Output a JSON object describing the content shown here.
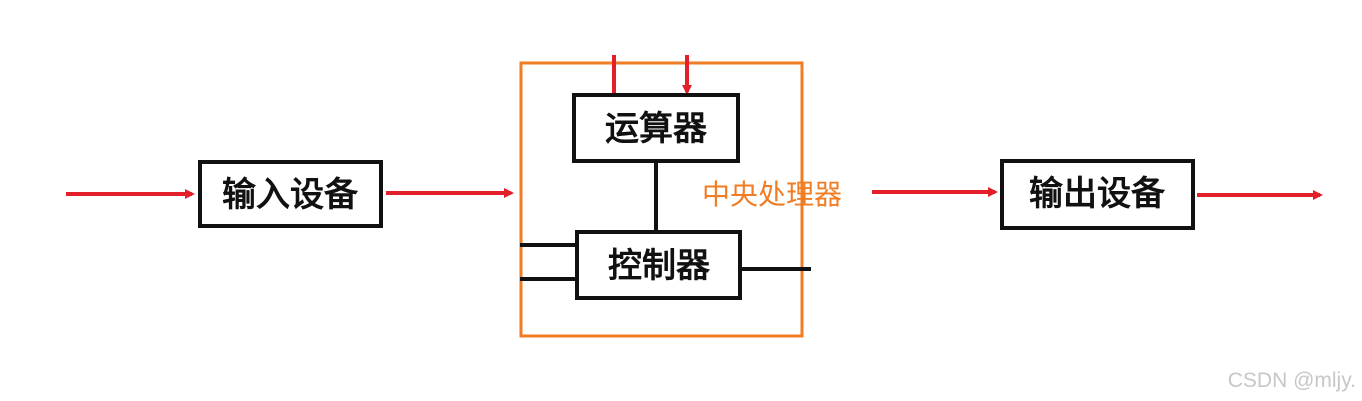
{
  "colors": {
    "arrow": "#e3202a",
    "box_stroke": "#111111",
    "cpu_border": "#f07d24",
    "cpu_label": "#f07d24",
    "watermark": "#c7c7c7"
  },
  "nodes": {
    "input_device": "输入设备",
    "alu": "运算器",
    "controller": "控制器",
    "cpu": "中央处理器",
    "output_device": "输出设备"
  },
  "watermark": "CSDN @mljy."
}
